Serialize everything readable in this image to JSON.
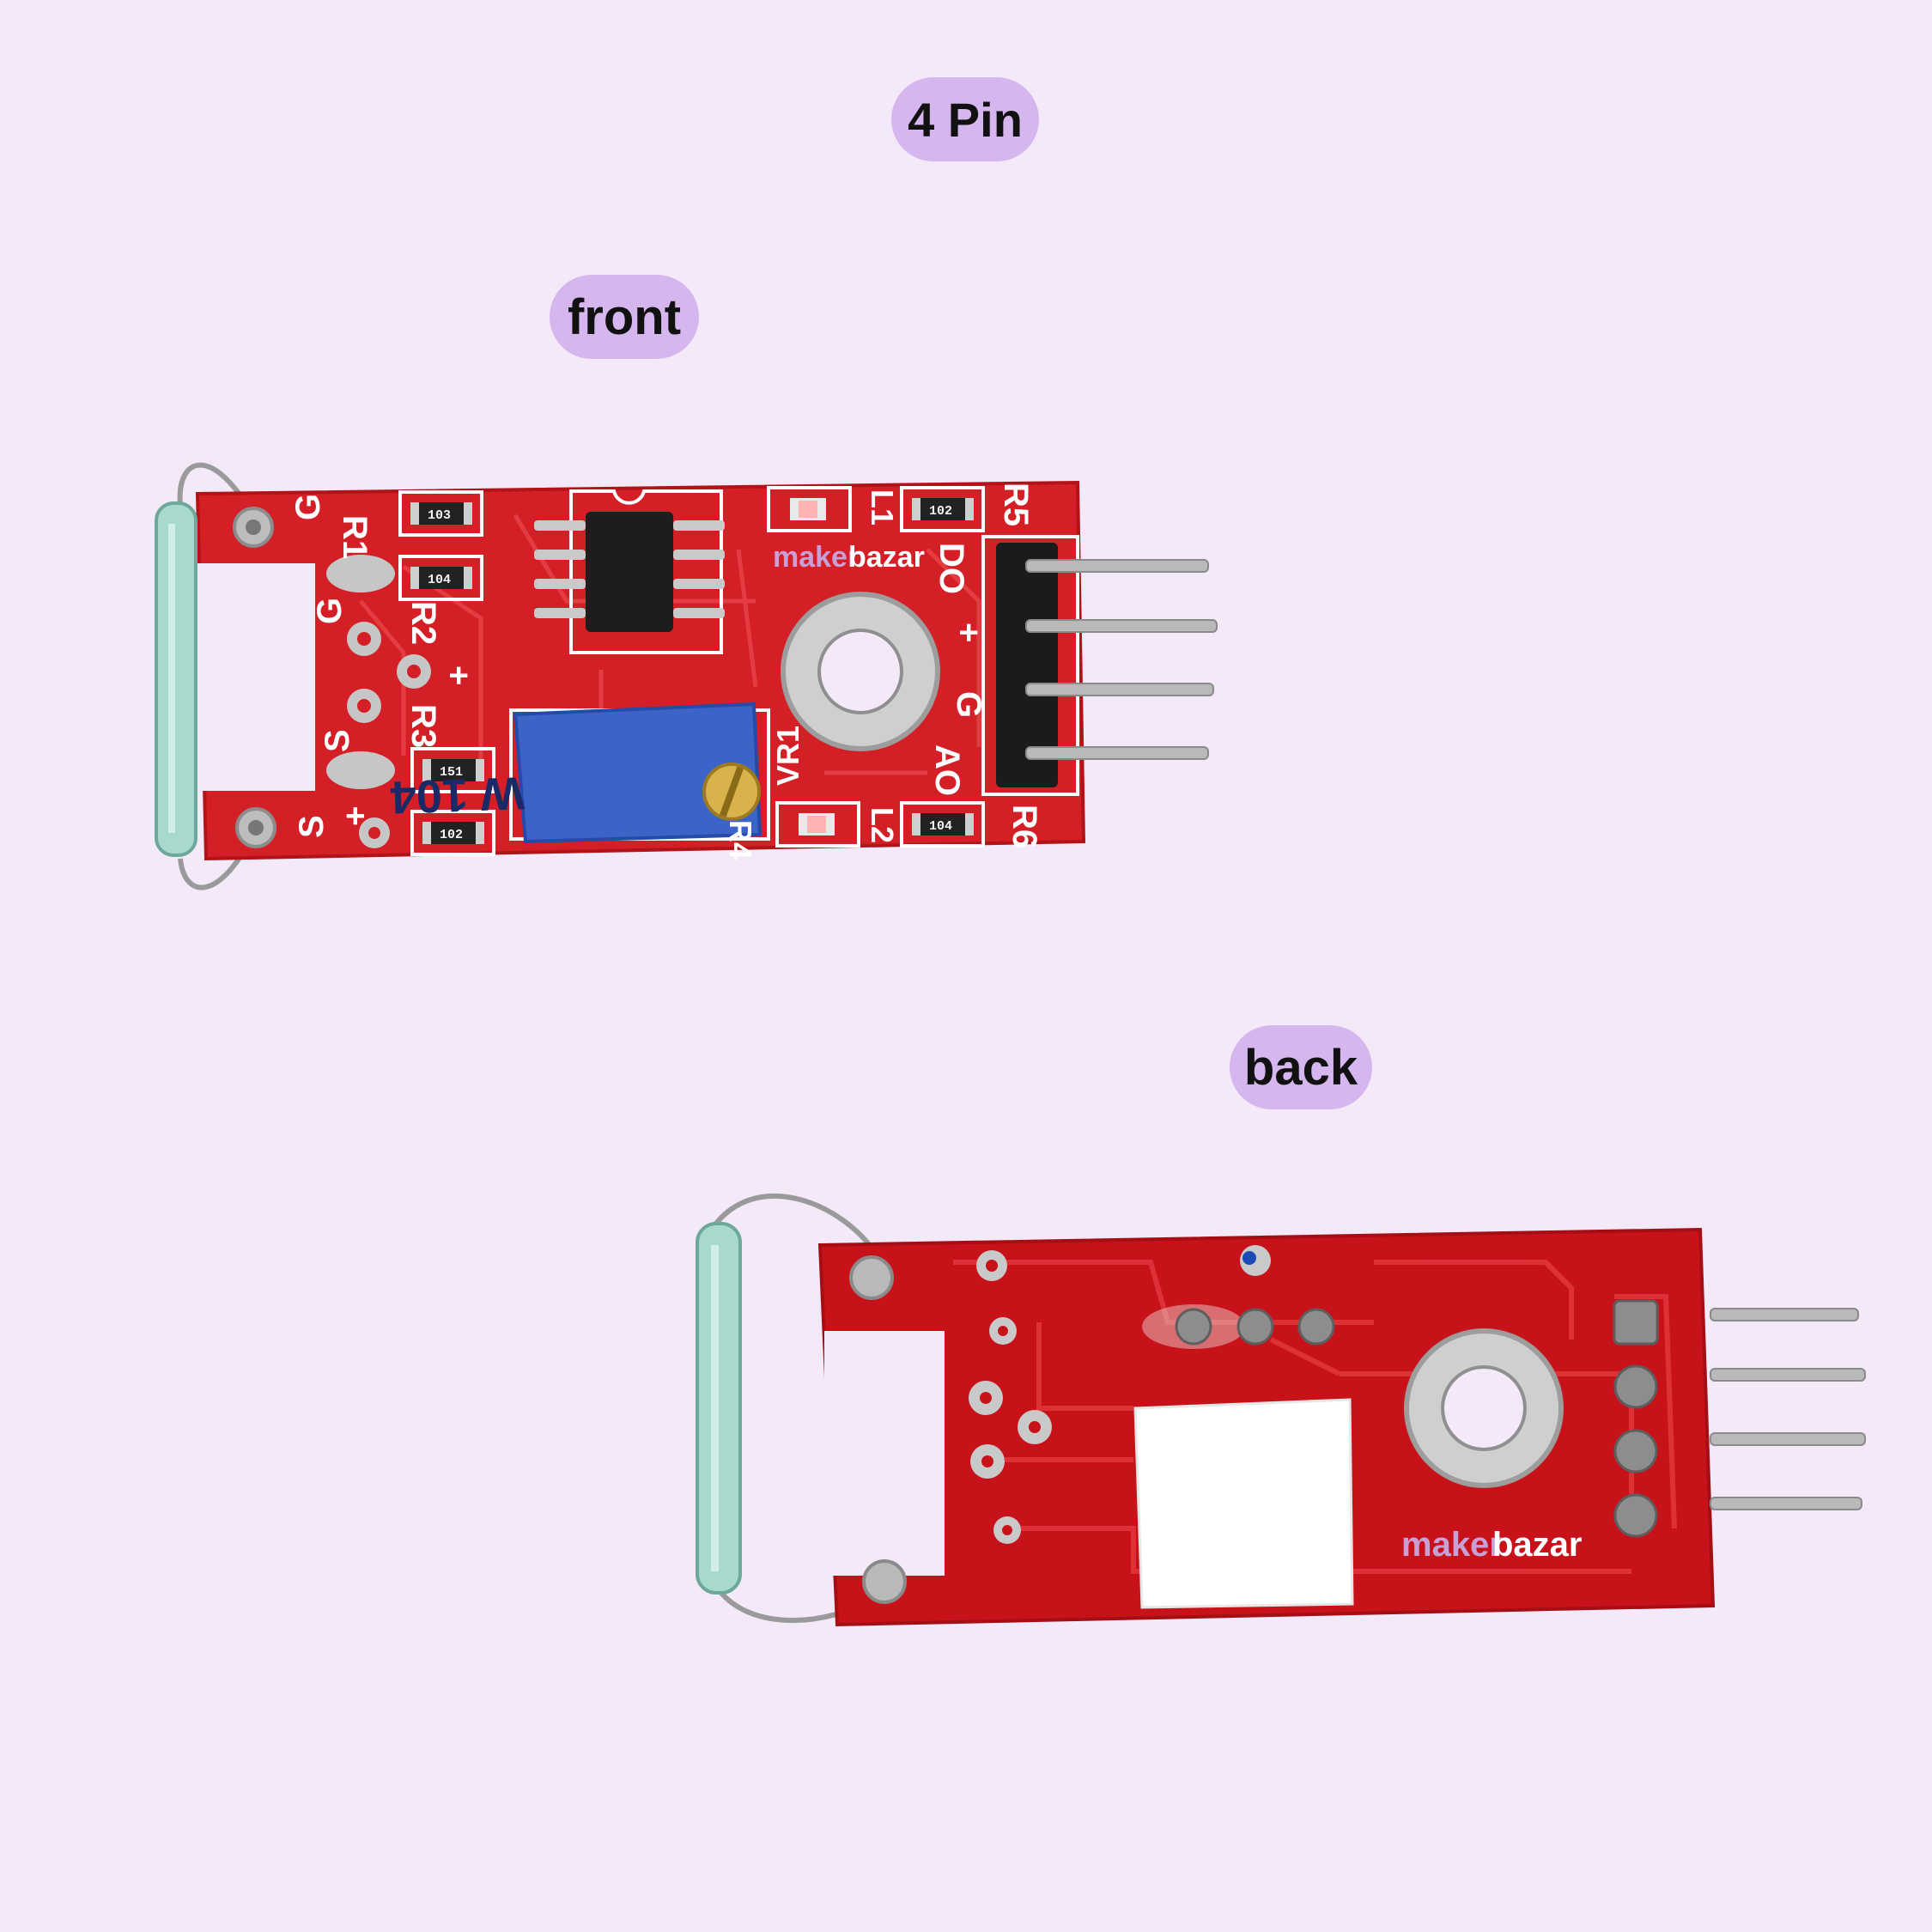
{
  "labels": {
    "title": "4 Pin",
    "front": "front",
    "back": "back"
  },
  "front_board": {
    "silkscreen": {
      "g_top": "G",
      "r1": "R1",
      "g_mid": "G",
      "r2": "R2",
      "plus_mid": "+",
      "r3": "R3",
      "s_mid": "S",
      "s_bottom": "S",
      "plus_bottom": "+",
      "r5": "R5",
      "do": "DO",
      "plus_header": "+",
      "g_header": "G",
      "ao": "AO",
      "r6": "R6",
      "vr1": "VR1",
      "l1": "L1",
      "l2": "L2",
      "r4": "R4"
    },
    "resistor_codes": [
      "103",
      "104",
      "151",
      "102",
      "102",
      "104"
    ],
    "potentiometer_label": "W 104",
    "brand_a": "maker",
    "brand_b": "bazar"
  },
  "back_board": {
    "brand_a": "maker",
    "brand_b": "bazar"
  },
  "colors": {
    "background": "#f3e9f9",
    "pill": "#d6b6ee",
    "pcb_red": "#d41f26",
    "pcb_trace": "#e23a3e",
    "potentiometer_blue": "#3b63c8",
    "header_black": "#1b1b1b"
  }
}
